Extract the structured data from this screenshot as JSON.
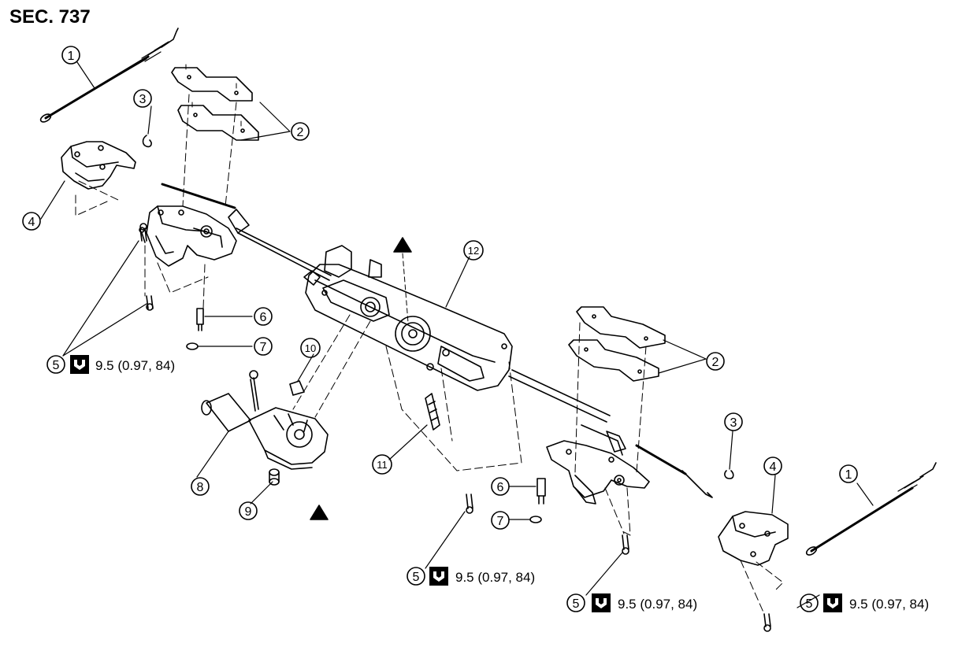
{
  "section_label": "SEC. 737",
  "callouts": [
    {
      "id": "c1a",
      "num": "1"
    },
    {
      "id": "c3a",
      "num": "3"
    },
    {
      "id": "c2a",
      "num": "2"
    },
    {
      "id": "c4a",
      "num": "4"
    },
    {
      "id": "c12",
      "num": "12"
    },
    {
      "id": "c6a",
      "num": "6"
    },
    {
      "id": "c7a",
      "num": "7"
    },
    {
      "id": "c5a",
      "num": "5"
    },
    {
      "id": "c10",
      "num": "10"
    },
    {
      "id": "c8",
      "num": "8"
    },
    {
      "id": "c9",
      "num": "9"
    },
    {
      "id": "c11",
      "num": "11"
    },
    {
      "id": "c2b",
      "num": "2"
    },
    {
      "id": "c3b",
      "num": "3"
    },
    {
      "id": "c4b",
      "num": "4"
    },
    {
      "id": "c1b",
      "num": "1"
    },
    {
      "id": "c6b",
      "num": "6"
    },
    {
      "id": "c7b",
      "num": "7"
    },
    {
      "id": "c5b",
      "num": "5"
    },
    {
      "id": "c5c",
      "num": "5"
    },
    {
      "id": "c5d",
      "num": "5"
    }
  ],
  "torque_specs": [
    {
      "id": "t1",
      "text": "9.5 (0.97, 84)"
    },
    {
      "id": "t2",
      "text": "9.5 (0.97, 84)"
    },
    {
      "id": "t3",
      "text": "9.5 (0.97, 84)"
    },
    {
      "id": "t4",
      "text": "9.5 (0.97, 84)"
    }
  ],
  "icons": [
    "torque-wrench-icon",
    "apply-grease-triangle-icon"
  ],
  "colors": {
    "line": "#000000",
    "background": "#ffffff"
  }
}
